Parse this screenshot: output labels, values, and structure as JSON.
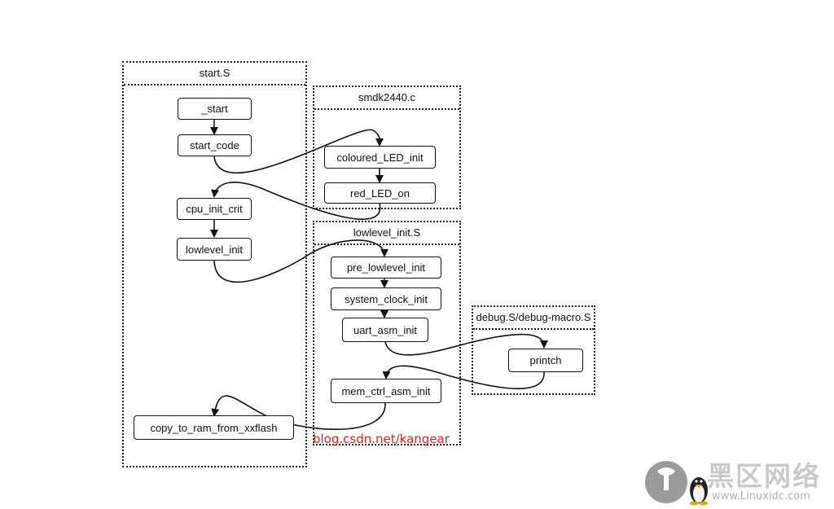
{
  "groups": [
    {
      "id": "start_s",
      "title": "start.S"
    },
    {
      "id": "smdk2440_c",
      "title": "smdk2440.c"
    },
    {
      "id": "lowlevel_init_s",
      "title": "lowlevel_init.S"
    },
    {
      "id": "debug_s",
      "title": "debug.S/debug-macro.S"
    }
  ],
  "nodes": {
    "start": "_start",
    "start_code": "start_code",
    "coloured_led_init": "coloured_LED_init",
    "red_led_on": "red_LED_on",
    "cpu_init_crit": "cpu_init_crit",
    "lowlevel_init": "lowlevel_init",
    "pre_lowlevel_init": "pre_lowlevel_init",
    "system_clock_init": "system_clock_init",
    "uart_asm_init": "uart_asm_init",
    "printch": "printch",
    "mem_ctrl_asm_init": "mem_ctrl_asm_init",
    "copy_to_ram": "copy_to_ram_from_xxflash"
  },
  "edges": [
    {
      "from": "start",
      "to": "start_code"
    },
    {
      "from": "start_code",
      "to": "coloured_led_init"
    },
    {
      "from": "coloured_led_init",
      "to": "red_led_on"
    },
    {
      "from": "red_led_on",
      "to": "cpu_init_crit"
    },
    {
      "from": "cpu_init_crit",
      "to": "lowlevel_init"
    },
    {
      "from": "lowlevel_init",
      "to": "pre_lowlevel_init"
    },
    {
      "from": "pre_lowlevel_init",
      "to": "system_clock_init"
    },
    {
      "from": "system_clock_init",
      "to": "uart_asm_init"
    },
    {
      "from": "uart_asm_init",
      "to": "printch"
    },
    {
      "from": "printch",
      "to": "mem_ctrl_asm_init"
    },
    {
      "from": "mem_ctrl_asm_init",
      "to": "copy_to_ram"
    }
  ],
  "watermark": "blog.csdn.net/kangear",
  "logo": {
    "brand_cn": "黑区网络",
    "site": "www.Linuxidc.com"
  }
}
